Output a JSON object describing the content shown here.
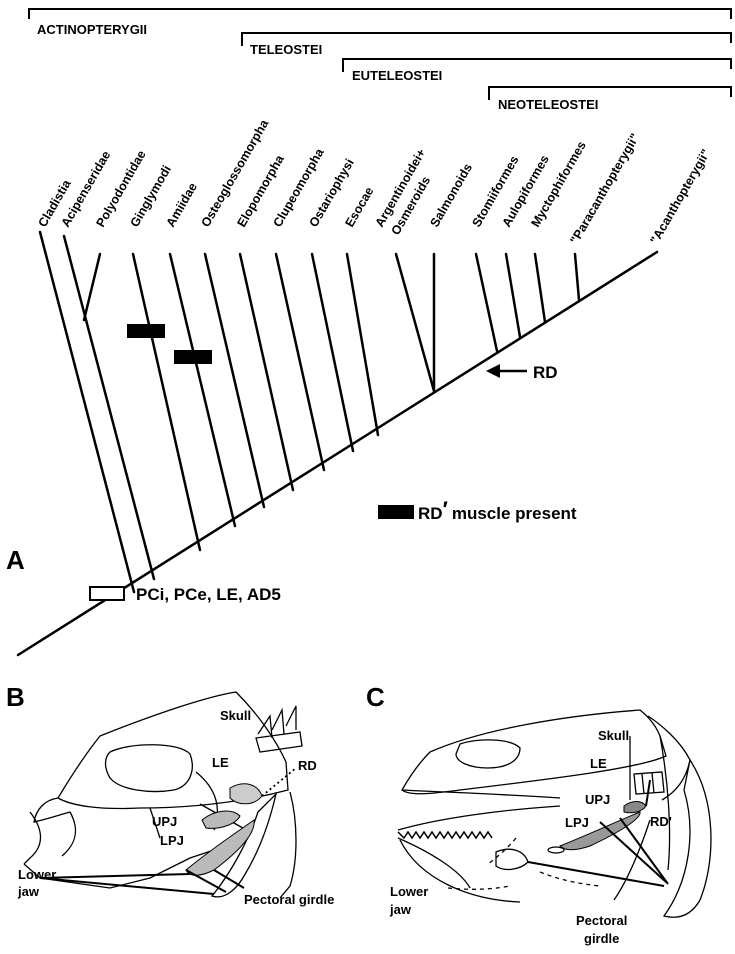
{
  "clades": [
    {
      "label": "ACTINOPTERYGII"
    },
    {
      "label": "TELEOSTEI"
    },
    {
      "label": "EUTELEOSTEI"
    },
    {
      "label": "NEOTELEOSTEI"
    }
  ],
  "taxa": [
    "Cladistia",
    "Acipenseridae",
    "Polyodontidae",
    "Ginglymodi",
    "Amiidae",
    "Osteoglossomorpha",
    "Elopomorpha",
    "Clupeomorpha",
    "Ostariophysi",
    "Esocae",
    "Argentinoidei+",
    "Osmeroids",
    "Salmonoids",
    "Stomiiformes",
    "Aulopiformes",
    "Myctophiformes",
    "\"Paracanthopterygii\"",
    "\"Acanthopterygii\""
  ],
  "panelA": {
    "letter": "A",
    "rd_label": "RD",
    "legend_rd_prime": "RD",
    "legend_rd_prime_mark": "′",
    "legend_rd_prime_text": "muscle present",
    "base_characters": "PCi, PCe, LE, AD5"
  },
  "panelB": {
    "letter": "B",
    "skull": "Skull",
    "le": "LE",
    "rd": "RD",
    "upj": "UPJ",
    "lpj": "LPJ",
    "lower_jaw_1": "Lower",
    "lower_jaw_2": "jaw",
    "pectoral_girdle": "Pectoral girdle"
  },
  "panelC": {
    "letter": "C",
    "skull": "Skull",
    "le": "LE",
    "upj": "UPJ",
    "rd_prime": "RD'",
    "lpj": "LPJ",
    "lower_jaw_1": "Lower",
    "lower_jaw_2": "jaw",
    "pectoral_1": "Pectoral",
    "pectoral_2": "girdle"
  }
}
